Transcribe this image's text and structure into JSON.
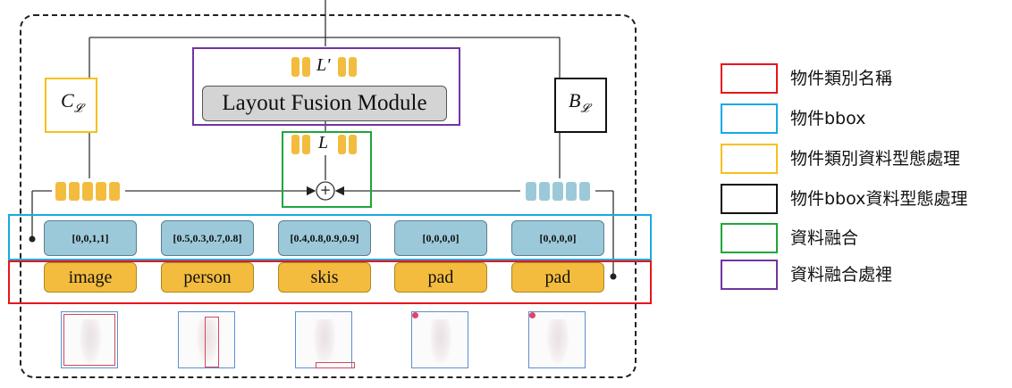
{
  "diagram": {
    "module_label": "Layout Fusion Module",
    "c_symbol": "C",
    "c_subscript": "𝓛",
    "b_symbol": "B",
    "b_subscript": "𝓛",
    "l_prime_symbol": "L'",
    "l_symbol": "L",
    "plus_symbol": "+",
    "bbox_tokens": [
      "[0,0,1,1]",
      "[0.5,0.3,0.7,0.8]",
      "[0.4,0.8,0.9,0.9]",
      "[0,0,0,0]",
      "[0,0,0,0]"
    ],
    "class_tokens": [
      "image",
      "person",
      "skis",
      "pad",
      "pad"
    ]
  },
  "legend": {
    "items": [
      {
        "label": "物件類別名稱",
        "color": "#e8151b"
      },
      {
        "label": "物件bbox",
        "color": "#19a9e2"
      },
      {
        "label": "物件類別資料型態處理",
        "color": "#f7c01a"
      },
      {
        "label": "物件bbox資料型態處理",
        "color": "#111111"
      },
      {
        "label": "資料融合",
        "color": "#1fa63a"
      },
      {
        "label": "資料融合處裡",
        "color": "#7234a0"
      }
    ]
  },
  "colors": {
    "class_token": "#f3bc3e",
    "bbox_token": "#9cc9da",
    "module": "#d4d4d4"
  }
}
